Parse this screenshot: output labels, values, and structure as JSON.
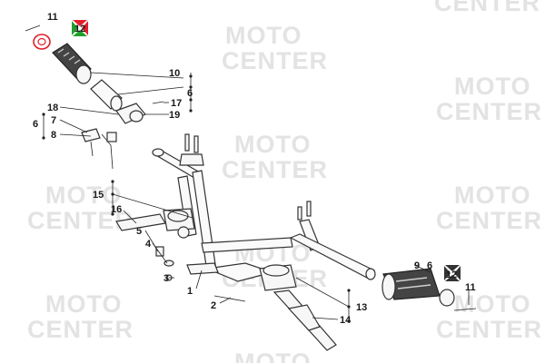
{
  "watermark": {
    "line1": "MOTO",
    "line2": "CENTER",
    "color": "#e3e3e3"
  },
  "callouts": {
    "c11_top": "11",
    "c12_top": "12",
    "c10": "10",
    "c6_right": "6",
    "c17": "17",
    "c18": "18",
    "c19": "19",
    "c6_left": "6",
    "c7": "7",
    "c8": "8",
    "c15": "15",
    "c16": "16",
    "c5": "5",
    "c4": "4",
    "c3": "3",
    "c1": "1",
    "c2": "2",
    "c9": "9",
    "c6_grip": "6",
    "c12_right": "12",
    "c11_right": "11",
    "c13": "13",
    "c14": "14"
  },
  "colors": {
    "marker_red": "#e0202a",
    "marker_green": "#1fa02a",
    "marker_dark": "#333333"
  },
  "icons": {
    "highlight_marker": "crosshair-target-icon"
  }
}
